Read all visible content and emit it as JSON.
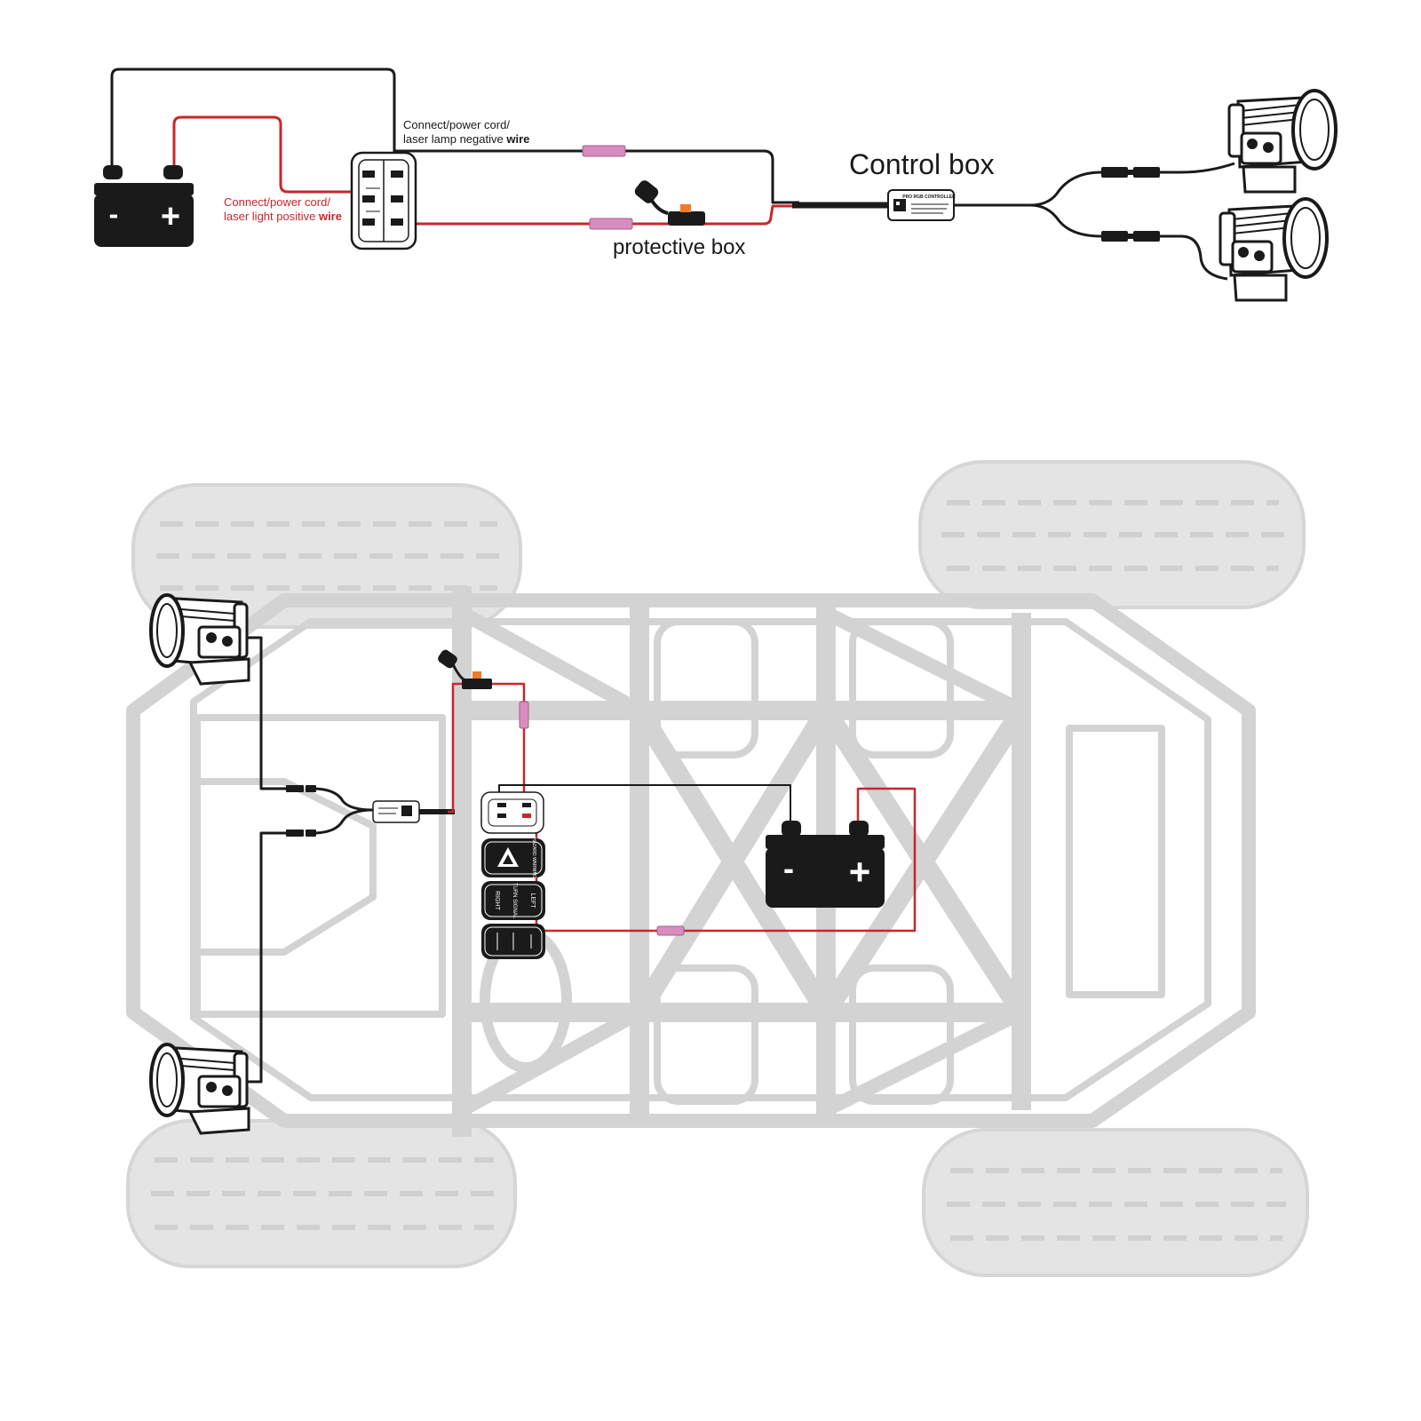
{
  "colors": {
    "positive_wire": "#c8262c",
    "negative_wire": "#1a1a1a",
    "connector_sleeve": "#d98cc0",
    "fuse_accent": "#f07a2a",
    "vehicle_outline": "#d3d3d3",
    "label_red": "#c8262c",
    "label_black": "#1a1a1a"
  },
  "top_diagram": {
    "negative_label": {
      "line1": "Connect/power cord/",
      "line2_prefix": "laser lamp negative ",
      "line2_bold": "wire"
    },
    "positive_label": {
      "line1": "Connect/power cord/",
      "line2_prefix": "laser light positive ",
      "line2_bold": "wire"
    },
    "fuse_label": "protective box",
    "control_label": "Control box",
    "controller_text": "PRO RGB CONTROLLER",
    "battery_minus": "-",
    "battery_plus": "+"
  },
  "bottom_diagram": {
    "battery_minus": "-",
    "battery_plus": "+",
    "switch_hazard": "HAZARD WARNING",
    "switch_right": "RIGHT",
    "switch_turn": "TURN SIGNAL",
    "switch_left": "LEFT"
  },
  "icons": [
    "battery-icon",
    "rocker-switch-icon",
    "fuse-holder-icon",
    "control-box-icon",
    "laser-lamp-icon",
    "utv-vehicle-icon",
    "hazard-triangle-icon"
  ]
}
